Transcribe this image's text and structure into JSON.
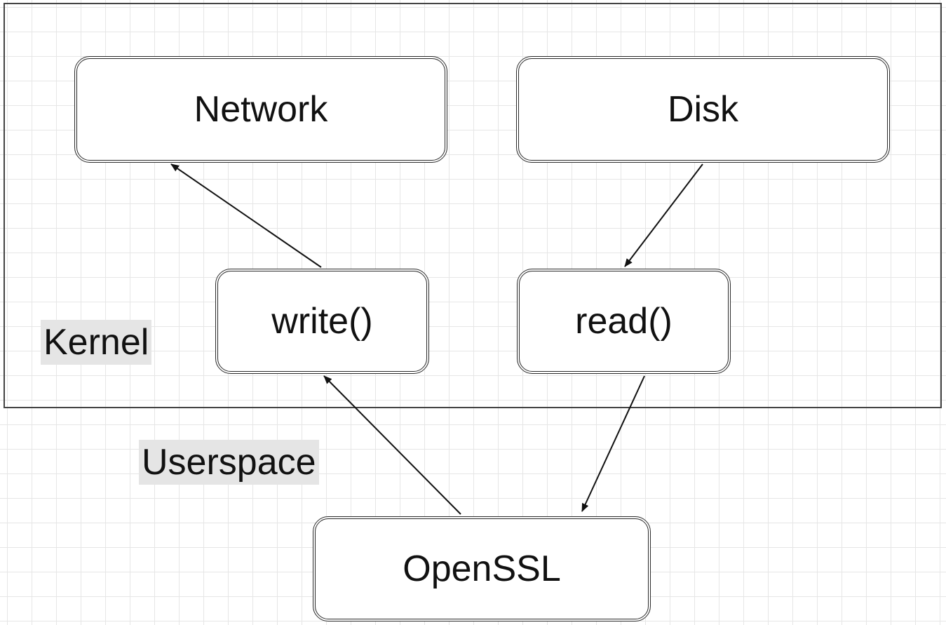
{
  "regions": {
    "kernel": "Kernel",
    "userspace": "Userspace"
  },
  "nodes": {
    "network": "Network",
    "disk": "Disk",
    "write": "write()",
    "read": "read()",
    "openssl": "OpenSSL"
  },
  "edges": [
    {
      "from": "openssl",
      "to": "write"
    },
    {
      "from": "write",
      "to": "network"
    },
    {
      "from": "disk",
      "to": "read"
    },
    {
      "from": "read",
      "to": "openssl"
    }
  ],
  "colors": {
    "border": "#2a2a2a",
    "label_background": "#e5e5e5",
    "grid": "#e6e6e6"
  }
}
